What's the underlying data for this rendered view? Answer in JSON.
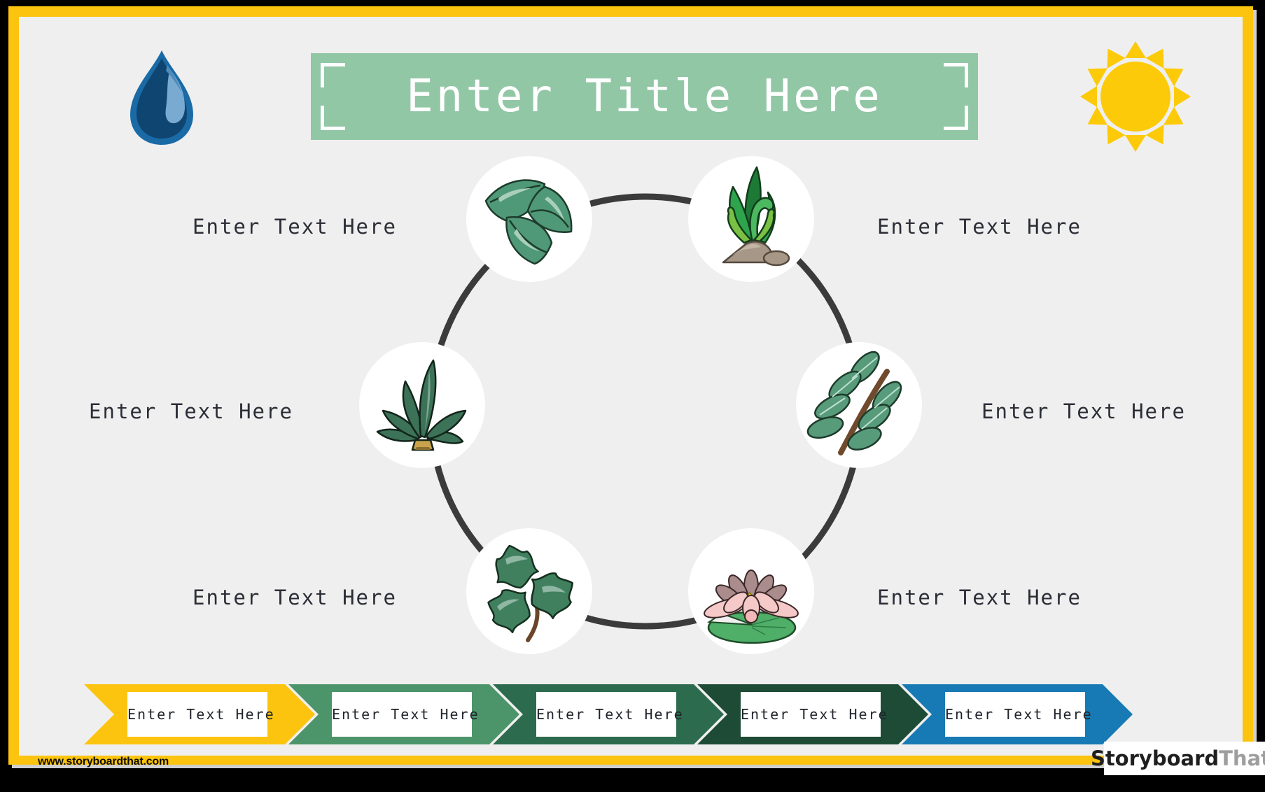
{
  "header": {
    "title": "Enter Title Here",
    "title_banner_color": "#92c7a6",
    "left_icon": "water-drop-icon",
    "right_icon": "sun-icon",
    "water_drop_color": "#0e4671",
    "sun_color": "#fcca08"
  },
  "cycle_diagram": {
    "ring_color": "#3b3b3b",
    "nodes": [
      {
        "id": "leaves",
        "position": "top-left",
        "label": "Enter Text Here"
      },
      {
        "id": "seaweed",
        "position": "top-right",
        "label": "Enter Text Here"
      },
      {
        "id": "rosette-plant",
        "position": "middle-left",
        "label": "Enter Text Here"
      },
      {
        "id": "leafy-branch",
        "position": "middle-right",
        "label": "Enter Text Here"
      },
      {
        "id": "ivy-leaves",
        "position": "bottom-left",
        "label": "Enter Text Here"
      },
      {
        "id": "water-lily",
        "position": "bottom-right",
        "label": "Enter Text Here"
      }
    ]
  },
  "banner": {
    "steps": [
      {
        "label": "Enter Text Here",
        "color": "#fcc40f"
      },
      {
        "label": "Enter Text Here",
        "color": "#4c9469"
      },
      {
        "label": "Enter Text Here",
        "color": "#2c6b4d"
      },
      {
        "label": "Enter Text Here",
        "color": "#1d4b36"
      },
      {
        "label": "Enter Text Here",
        "color": "#187ab4"
      }
    ]
  },
  "footer": {
    "website_url": "www.storyboardthat.com",
    "logo": {
      "primary": "Storyboard",
      "secondary": "That"
    }
  },
  "colors": {
    "frame_border": "#fcc40f",
    "page_background": "#f0efef",
    "label_text": "#2b2e36"
  }
}
